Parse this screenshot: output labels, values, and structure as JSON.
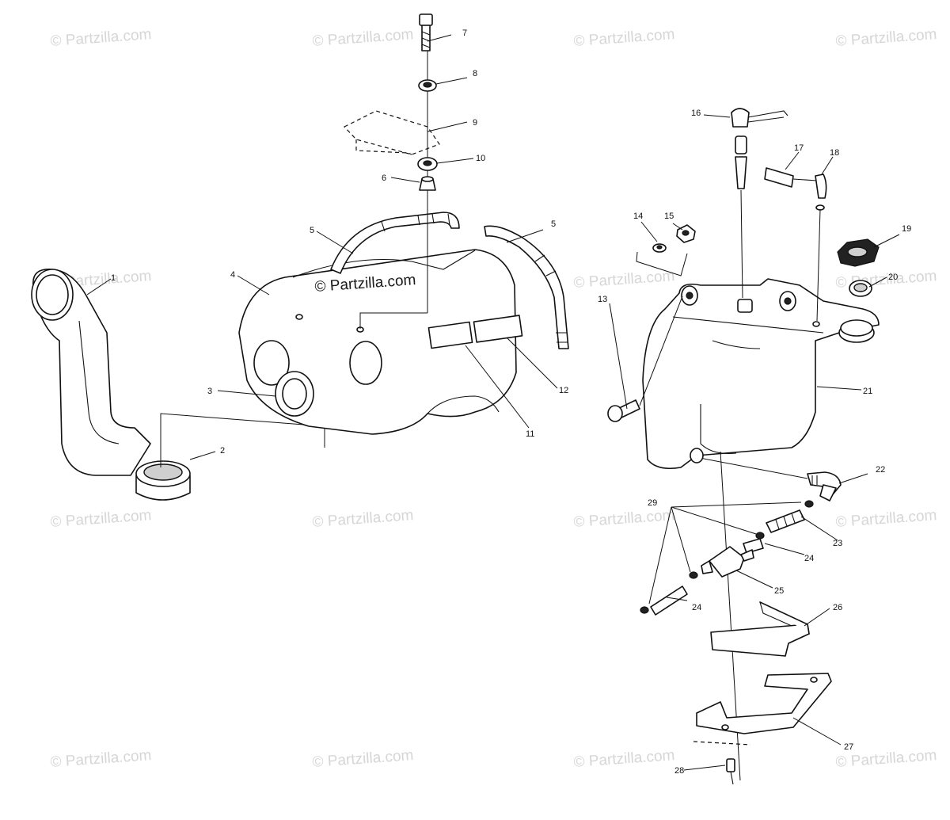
{
  "watermark": {
    "text": "© Partzilla.com"
  },
  "callouts": [
    "1",
    "2",
    "3",
    "4",
    "5",
    "5",
    "6",
    "7",
    "8",
    "9",
    "10",
    "11",
    "12",
    "13",
    "14",
    "15",
    "16",
    "17",
    "18",
    "19",
    "20",
    "21",
    "22",
    "23",
    "24",
    "24",
    "25",
    "26",
    "27",
    "28",
    "29"
  ]
}
